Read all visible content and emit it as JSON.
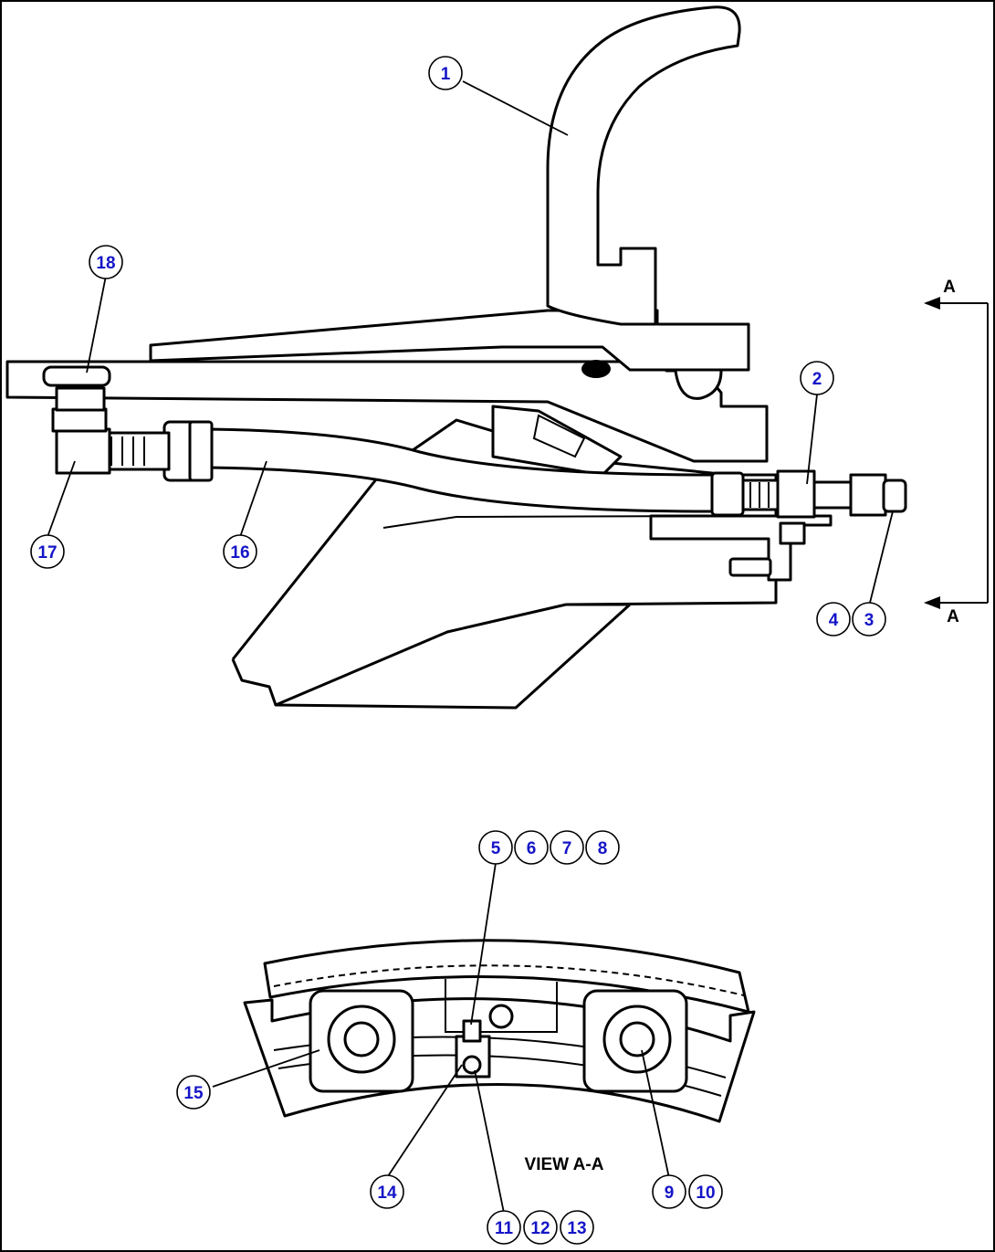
{
  "diagram": {
    "view_title": "VIEW A-A",
    "section_letters": [
      "A",
      "A"
    ],
    "callouts": [
      "1",
      "2",
      "3",
      "4",
      "5",
      "6",
      "7",
      "8",
      "9",
      "10",
      "11",
      "12",
      "13",
      "14",
      "15",
      "16",
      "17",
      "18"
    ],
    "label_color": "#1515c8",
    "line_color": "#000000"
  }
}
